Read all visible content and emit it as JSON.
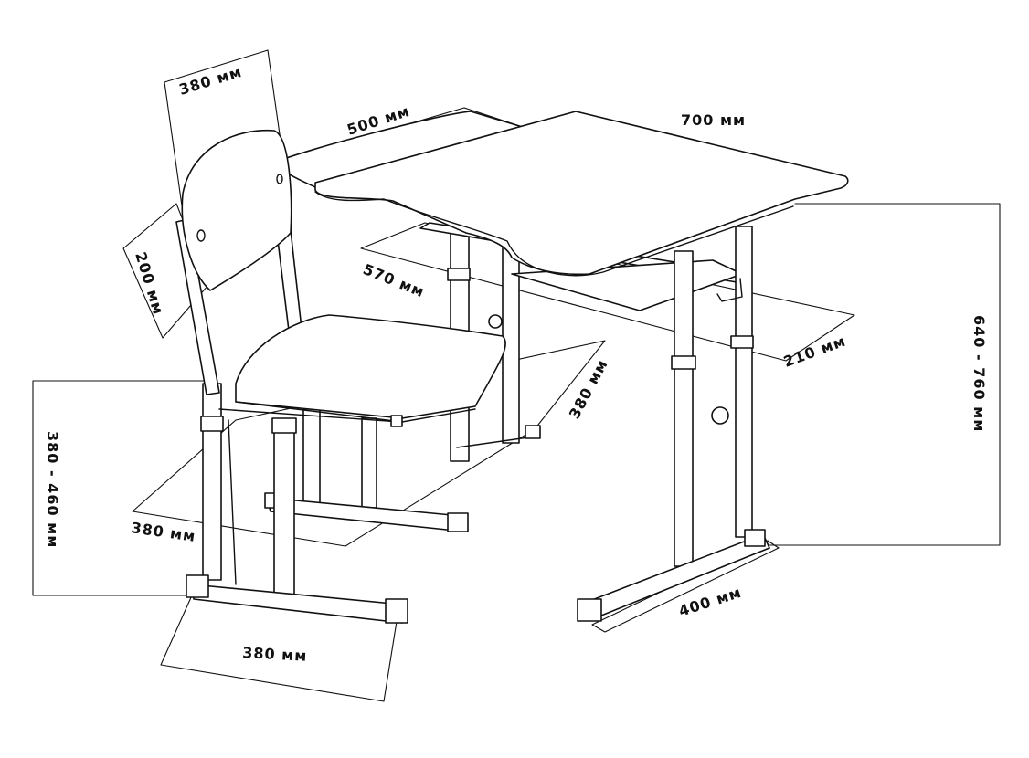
{
  "dimensions": {
    "back_width": "380 мм",
    "back_height": "200 мм",
    "desk_depth": "500 мм",
    "desk_width": "700 мм",
    "shelf_width": "570 мм",
    "shelf_depth": "210 мм",
    "seat_depth": "380 мм",
    "seat_width": "380 мм",
    "seat_height": "380 - 460 мм",
    "chair_base": "380 мм",
    "desk_height": "640 - 760 мм",
    "desk_base": "400 мм"
  }
}
